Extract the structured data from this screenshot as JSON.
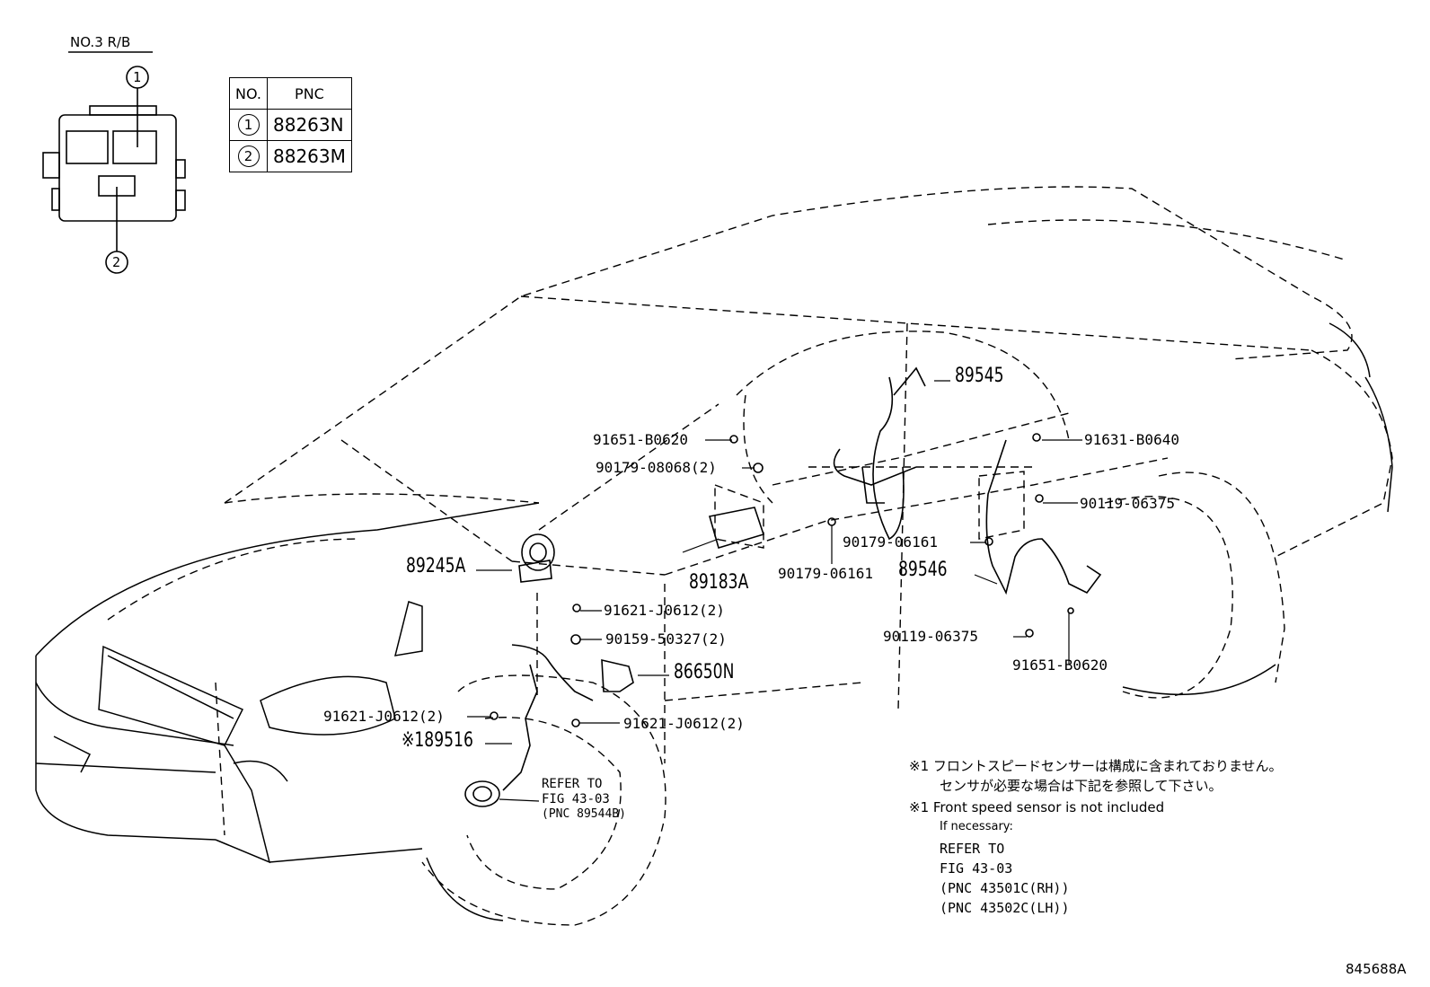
{
  "relay_box": {
    "title": "NO.3 R/B",
    "callout_1": "1",
    "callout_2": "2"
  },
  "pnc_table": {
    "headers": [
      "NO.",
      "PNC"
    ],
    "rows": [
      {
        "no": "1",
        "pnc": "88263N"
      },
      {
        "no": "2",
        "pnc": "88263M"
      }
    ]
  },
  "parts": {
    "p89545": "89545",
    "p91651_b0620_top": "91651-B0620",
    "p90179_08068": "90179-08068(2)",
    "p91631_b0640": "91631-B0640",
    "p90119_06375_top": "90119-06375",
    "p90179_06161_right": "90179-06161",
    "p89546": "89546",
    "p90179_06161_mid": "90179-06161",
    "p89245a": "89245A",
    "p89183a": "89183A",
    "p91621_j0612_a": "91621-J0612(2)",
    "p90159_50327": "90159-50327(2)",
    "p86650n": "86650N",
    "p90119_06375_bot": "90119-06375",
    "p91651_b0620_bot": "91651-B0620",
    "p91621_j0612_b": "91621-J0612(2)",
    "p91621_j0612_c": "91621-J0612(2)",
    "p89516": "※189516",
    "refer_1": "REFER TO",
    "refer_2": "FIG 43-03",
    "refer_3": "(PNC 89544B)"
  },
  "notes": {
    "jp_line1": "※1 フロントスピードセンサーは構成に含まれておりません。",
    "jp_line2": "センサが必要な場合は下記を参照して下さい。",
    "en_line1": "※1 Front speed sensor is not included",
    "en_line2": "If necessary:",
    "en_line3": "REFER TO",
    "en_line4": "FIG 43-03",
    "en_line5": "(PNC 43501C(RH))",
    "en_line6": "(PNC 43502C(LH))"
  },
  "figure_id": "845688A"
}
